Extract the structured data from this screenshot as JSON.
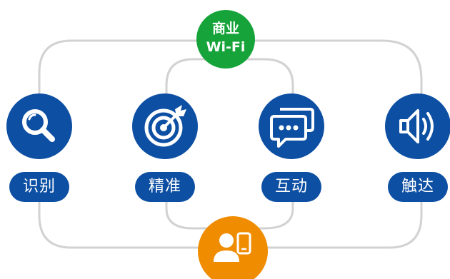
{
  "colors": {
    "node_blue": "#0d4fa3",
    "hub_green": "#16a43a",
    "hub_orange": "#f08c00",
    "connector_gray": "#d2d2d2"
  },
  "hub_top": {
    "line1": "商业",
    "line2": "Wi-Fi"
  },
  "hub_bottom": {
    "icon": "user-with-phone-icon"
  },
  "nodes": [
    {
      "label": "识别",
      "icon": "search-icon"
    },
    {
      "label": "精准",
      "icon": "target-icon"
    },
    {
      "label": "互动",
      "icon": "chat-bubbles-icon"
    },
    {
      "label": "触达",
      "icon": "speaker-icon"
    }
  ]
}
